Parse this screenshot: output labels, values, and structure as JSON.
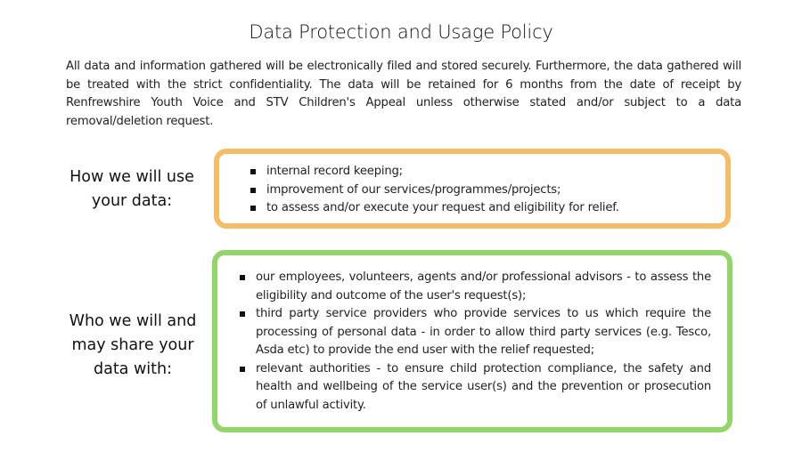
{
  "title": "Data Protection and Usage Policy",
  "intro": "All data and information gathered will be electronically filed and stored securely. Furthermore, the data gathered will be treated with the strict confidentiality. The data will be retained for 6 months from the date of receipt by Renfrewshire Youth Voice and STV Children's Appeal unless otherwise stated and/or subject to a data removal/deletion request.",
  "use_section": {
    "label": "How we will use your data:",
    "items": [
      "internal record keeping;",
      "improvement of our services/programmes/projects;",
      "to assess and/or execute your request and eligibility for relief."
    ]
  },
  "share_section": {
    "label": "Who we will and may share your data with:",
    "items": [
      "our employees, volunteers, agents and/or professional advisors - to assess the eligibility and outcome of the user's request(s);",
      "third party service providers who provide services to us which require the processing of personal data - in order to allow third party services (e.g. Tesco, Asda etc) to provide the end user with the relief requested;",
      "relevant authorities - to ensure child protection compliance, the safety and health and wellbeing of the service user(s) and the prevention or prosecution of unlawful activity."
    ]
  },
  "colors": {
    "use_border": "#f5bd66",
    "share_border": "#92d66a"
  }
}
